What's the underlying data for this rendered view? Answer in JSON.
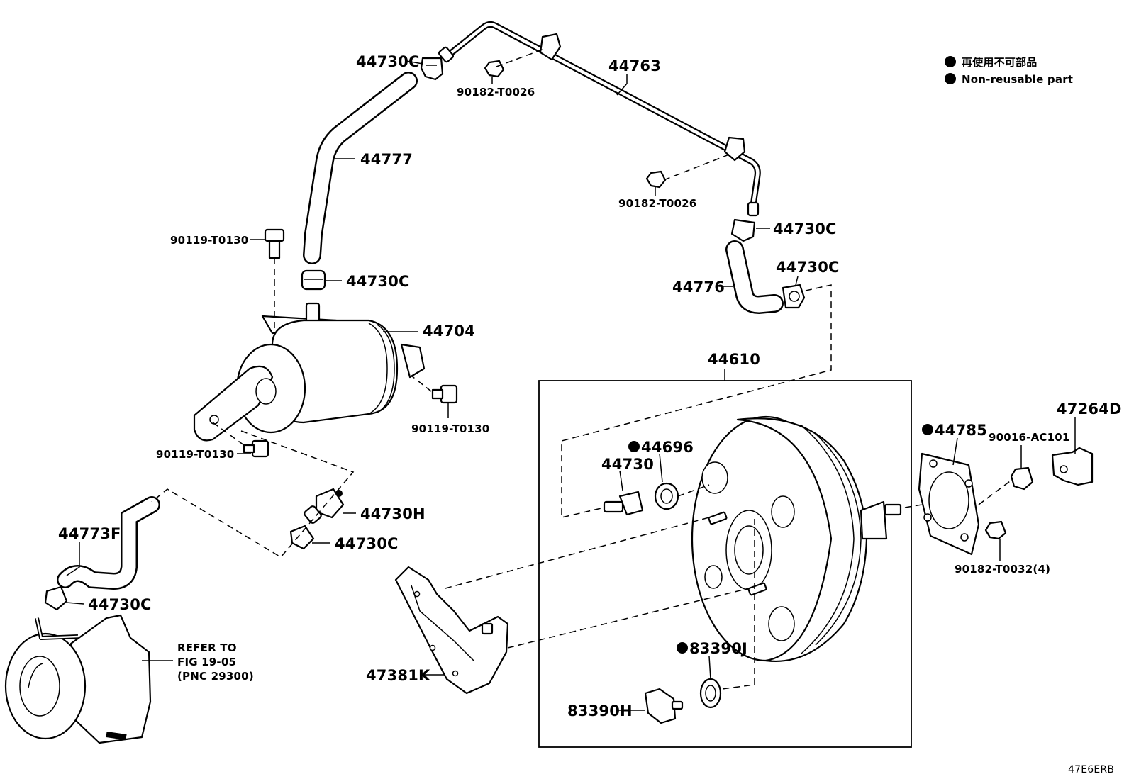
{
  "legend": {
    "jp": "再使用不可部品",
    "en": "Non-reusable part"
  },
  "labels": {
    "p44730c_a": "44730C",
    "p90182_t0026_a": "90182-T0026",
    "p44763": "44763",
    "p44777": "44777",
    "p90182_t0026_b": "90182-T0026",
    "p44730c_b": "44730C",
    "p90119_t0130_a": "90119-T0130",
    "p44730c_c": "44730C",
    "p44730c_d": "44730C",
    "p44776": "44776",
    "p44704": "44704",
    "p44610": "44610",
    "p90119_t0130_b": "90119-T0130",
    "p90119_t0130_c": "90119-T0130",
    "p47264d": "47264D",
    "p44785": "44785",
    "p90016_ac101": "90016-AC101",
    "p44696": "44696",
    "p44730": "44730",
    "p44730h": "44730H",
    "p44773f": "44773F",
    "p44730c_e": "44730C",
    "p90182_t0032": "90182-T0032(4)",
    "p44730c_f": "44730C",
    "refer_line1": "REFER TO",
    "refer_line2": "FIG 19-05",
    "refer_line3": "(PNC 29300)",
    "p83390j": "83390J",
    "p47381k": "47381K",
    "p83390h": "83390H",
    "figure_code": "47E6ERB"
  },
  "non_reusable_parts": [
    "44696",
    "44785",
    "83390J"
  ],
  "colors": {
    "line": "#000000",
    "background": "#ffffff"
  }
}
